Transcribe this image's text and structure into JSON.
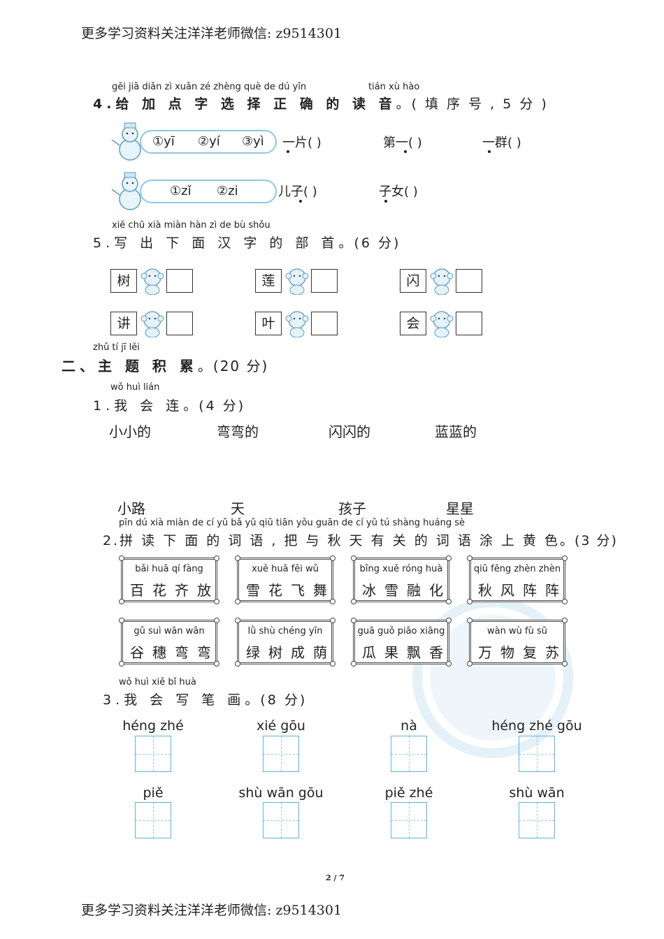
{
  "header": "更多学习资料关注洋洋老师微信: z9514301",
  "footer": "更多学习资料关注洋洋老师微信: z9514301",
  "page_number": "2 / 7",
  "q4": {
    "pinyin_main": "gěi jiā diǎn zì xuǎn zé zhèng què de dú yīn",
    "pinyin_note": "tián xù hào",
    "number": "4.",
    "text": "给 加 点 字 选 择 正  确 的 读 音",
    "tail": "。( 填  序  号 , 5 分 )",
    "row1_options": [
      "①yī",
      "②yí",
      "③yì"
    ],
    "row1_items": [
      "一片(        )",
      "第一(        )",
      "一群(        )"
    ],
    "row2_options": [
      "①zǐ",
      "②zi"
    ],
    "row2_items": [
      "儿子(        )",
      "子女(        )"
    ]
  },
  "q5": {
    "pinyin": "xiě chū xià miàn hàn  zì   de  bù shǒu",
    "number": "5.",
    "text": "写 出 下  面  汉  字 的 部  首",
    "tail": "。(6 分)",
    "chars": [
      "树",
      "莲",
      "闪",
      "讲",
      "叶",
      "会"
    ]
  },
  "section2": {
    "pinyin": "zhǔ  tí   jī   lěi",
    "title": "二、主 题 积 累",
    "tail": "。(20 分)"
  },
  "s2q1": {
    "pinyin": "wǒ huì lián",
    "number": "1.",
    "text": "我 会 连",
    "tail": "。(4 分)",
    "top_words": [
      "小小的",
      "弯弯的",
      "闪闪的",
      "蓝蓝的"
    ],
    "bottom_words": [
      "小路",
      "天",
      "孩子",
      "星星"
    ]
  },
  "s2q2": {
    "pinyin": "pīn dú xià miàn de  cí  yǔ     bǎ  yǔ qiū tiān yǒu guān de  cí  yǔ  tú shàng huáng sè",
    "number": "2.",
    "text": "拼 读 下  面  的 词 语 , 把 与 秋 天 有  关  的 词 语 涂  上   黄  色",
    "tail": "。(3 分)",
    "cards": [
      {
        "py": "bǎi huā  qí  fàng",
        "hz": "百花齐放"
      },
      {
        "py": "xuě huā  fēi  wǔ",
        "hz": "雪花飞舞"
      },
      {
        "py": "bīng xuě róng huà",
        "hz": "冰雪融化"
      },
      {
        "py": "qiū fēng zhèn zhèn",
        "hz": "秋风阵阵"
      },
      {
        "py": "gǔ suì wān wān",
        "hz": "谷穗弯弯"
      },
      {
        "py": "lǜ  shù chéng yīn",
        "hz": "绿树成荫"
      },
      {
        "py": "guā guǒ piāo xiāng",
        "hz": "瓜果飘香"
      },
      {
        "py": "wàn wù  fù   sū",
        "hz": "万物复苏"
      }
    ]
  },
  "s2q3": {
    "pinyin": "wǒ huì xiě  bǐ  huà",
    "number": "3.",
    "text": "我 会 写 笔 画",
    "tail": "。(8 分)",
    "strokes": [
      "héng zhé",
      "xié gōu",
      "nà",
      "héng zhé gōu",
      "piě",
      "shù wān gōu",
      "piě zhé",
      "shù wān"
    ]
  },
  "colors": {
    "accent_blue": "#5db3d8",
    "watermark": "#dceef8"
  }
}
